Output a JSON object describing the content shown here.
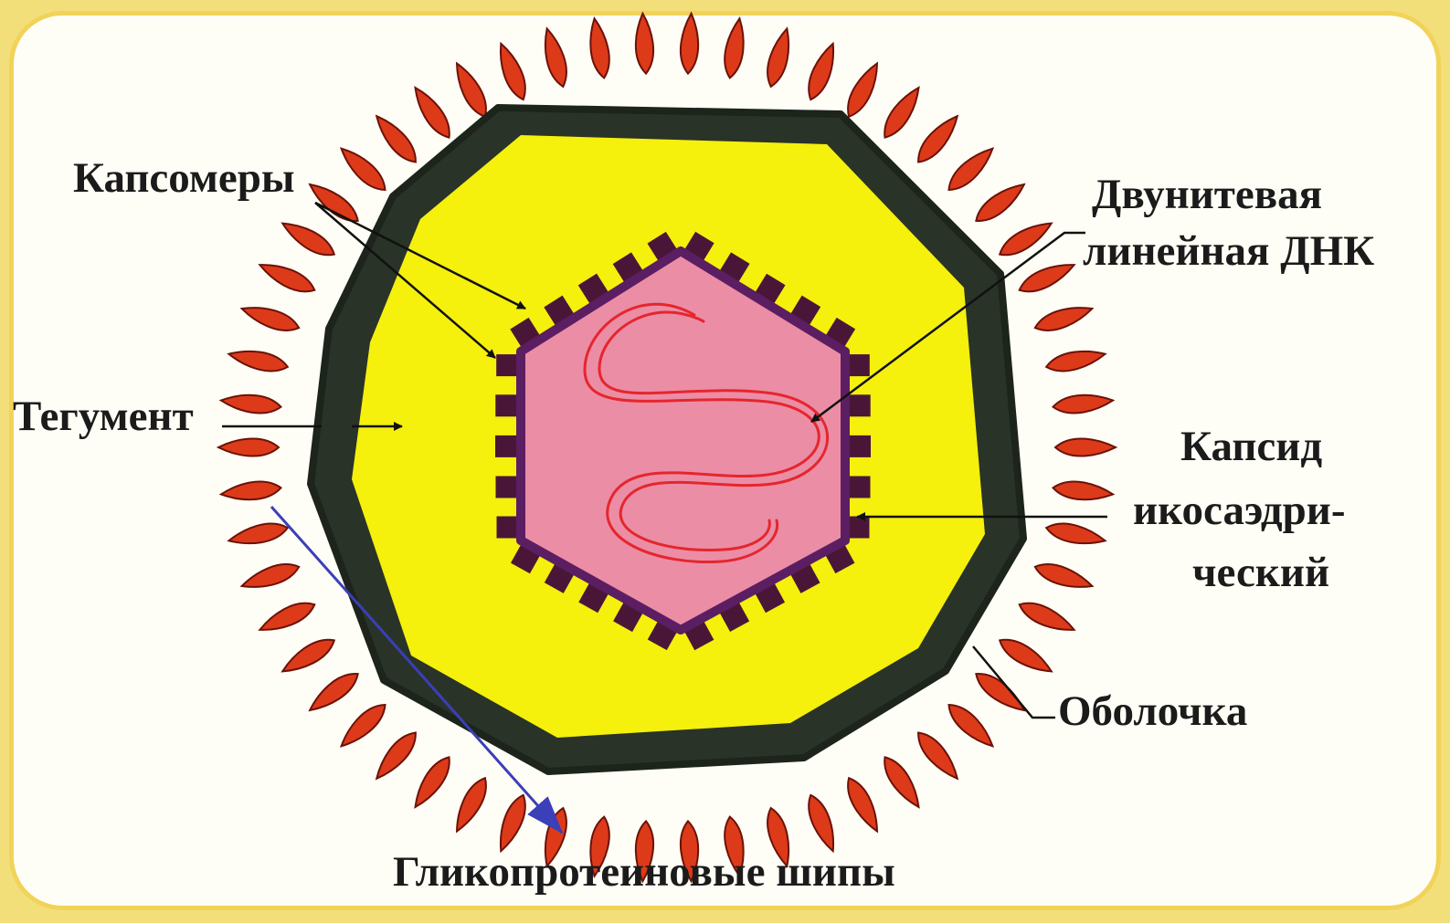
{
  "labels": {
    "capsomeres": "Капсомеры",
    "dna": [
      "Двунитевая",
      "линейная ДНК"
    ],
    "tegument": "Тегумент",
    "capsid": [
      "Капсид",
      "икосаэдри-",
      "ческий"
    ],
    "envelope": "Оболочка",
    "spikes": "Гликопротеиновые шипы"
  },
  "colors": {
    "background": "#fffef6",
    "frame": "#f1d35a",
    "envelope": "#2a3328",
    "tegument": "#f5f00c",
    "capsid": "#ec8da6",
    "capsid_edge": "#5b1e62",
    "capsomere": "#4a1638",
    "dna": "#e5262d",
    "spike": "#dd3a1a",
    "spike_edge": "#6b1208",
    "arrow": "#111111",
    "spike_arrow": "#3b3fb8"
  }
}
